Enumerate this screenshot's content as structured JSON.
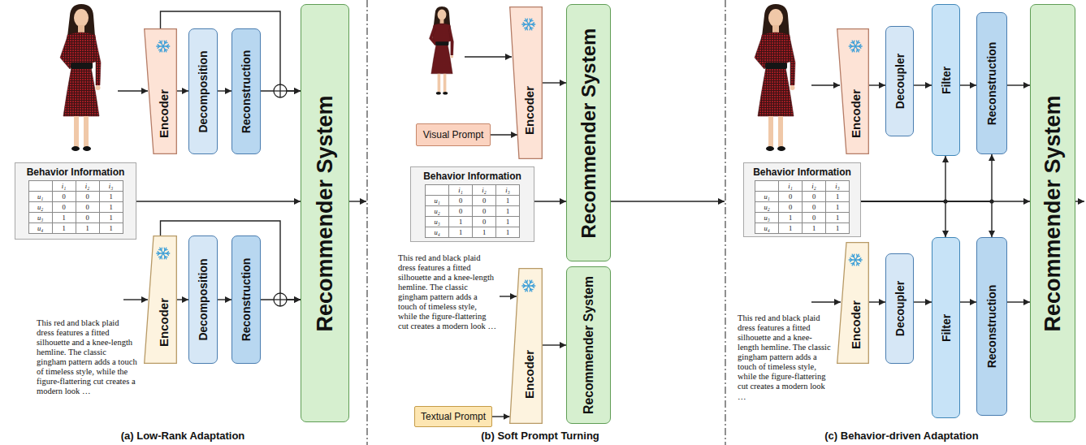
{
  "diagram": {
    "nodes": [
      {
        "text": [
          "Encoder"
        ]
      },
      {
        "text": [
          "Decomposition"
        ]
      },
      {
        "text": [
          "Reconstruction"
        ]
      },
      {
        "text": [
          "Behavior Information"
        ]
      },
      {
        "text": [
          "Encoder"
        ]
      },
      {
        "text": [
          "Decomposition"
        ]
      },
      {
        "text": [
          "Reconstruction"
        ]
      },
      {
        "text": [
          "Recommender System"
        ]
      },
      {
        "text": [
          "Visual Prompt"
        ]
      },
      {
        "text": [
          "Encoder"
        ]
      },
      {
        "text": [
          "Behavior Information"
        ]
      },
      {
        "text": [
          "Textual Prompt"
        ]
      },
      {
        "text": [
          "Encoder"
        ]
      },
      {
        "text": [
          "Recommender System"
        ]
      },
      {
        "text": [
          "Recommender System"
        ]
      },
      {
        "text": [
          "Encoder"
        ]
      },
      {
        "text": [
          "Decoupler"
        ]
      },
      {
        "text": [
          "Filter"
        ]
      },
      {
        "text": [
          "Reconstruction"
        ]
      },
      {
        "text": [
          "Behavior Information"
        ]
      },
      {
        "text": [
          "Encoder"
        ]
      },
      {
        "text": [
          "Decoupler"
        ]
      },
      {
        "text": [
          "Filter"
        ]
      },
      {
        "text": [
          "Reconstruction"
        ]
      },
      {
        "text": [
          "Recommender System"
        ]
      }
    ],
    "edges": [
      {
        "from": 0,
        "to": 1,
        "arrow": "to"
      },
      {
        "from": 1,
        "to": 2,
        "arrow": "to"
      },
      {
        "from": 2,
        "to": 7,
        "arrow": "to"
      },
      {
        "from": 0,
        "to": 7,
        "arrow": "to"
      },
      {
        "from": 3,
        "to": 7,
        "arrow": "to"
      },
      {
        "from": 4,
        "to": 5,
        "arrow": "to"
      },
      {
        "from": 5,
        "to": 6,
        "arrow": "to"
      },
      {
        "from": 6,
        "to": 7,
        "arrow": "to"
      },
      {
        "from": 4,
        "to": 7,
        "arrow": "to"
      },
      {
        "from": 8,
        "to": 9,
        "arrow": "to"
      },
      {
        "from": 9,
        "to": 13,
        "arrow": "to"
      },
      {
        "from": 10,
        "to": 13,
        "arrow": "to"
      },
      {
        "from": 11,
        "to": 12,
        "arrow": "to"
      },
      {
        "from": 12,
        "to": 14,
        "arrow": "to"
      },
      {
        "from": 15,
        "to": 16,
        "arrow": "to"
      },
      {
        "from": 16,
        "to": 17,
        "arrow": "to"
      },
      {
        "from": 17,
        "to": 18,
        "arrow": "to"
      },
      {
        "from": 18,
        "to": 24,
        "arrow": "to"
      },
      {
        "from": 19,
        "to": 17,
        "arrow": "to"
      },
      {
        "from": 19,
        "to": 22,
        "arrow": "to"
      },
      {
        "from": 19,
        "to": 18,
        "arrow": "to"
      },
      {
        "from": 19,
        "to": 23,
        "arrow": "to"
      },
      {
        "from": 19,
        "to": 24,
        "arrow": "to"
      },
      {
        "from": 20,
        "to": 21,
        "arrow": "to"
      },
      {
        "from": 21,
        "to": 22,
        "arrow": "to"
      },
      {
        "from": 22,
        "to": 23,
        "arrow": "to"
      },
      {
        "from": 23,
        "to": 24,
        "arrow": "to"
      }
    ],
    "labels": [
      "i₁",
      "i₂",
      "i₃",
      "u₁",
      "0",
      "0",
      "1",
      "u₂",
      "0",
      "0",
      "1",
      "u₃",
      "1",
      "0",
      "1",
      "u₄",
      "1",
      "1",
      "1",
      "i₁",
      "i₂",
      "i₃",
      "u₁",
      "0",
      "0",
      "1",
      "u₂",
      "0",
      "0",
      "1",
      "u₃",
      "1",
      "0",
      "1",
      "u₄",
      "1",
      "1",
      "1",
      "i₁",
      "i₂",
      "i₃",
      "u₁",
      "0",
      "0",
      "1",
      "u₂",
      "0",
      "0",
      "1",
      "u₃",
      "1",
      "0",
      "1",
      "u₄",
      "1",
      "1",
      "1",
      "This red and black plaid dress features a fitted silhouette and a knee-length hemline. The classic gingham pattern adds a touch of timeless style, while the figure-flattering cut creates a modern look …",
      "(a) Low-Rank Adaptation",
      "This red and black plaid dress features a fitted silhouette and a knee-length hemline. The classic gingham pattern adds a touch of timeless style, while the figure-flattering cut creates a modern look …",
      "(b) Soft Prompt Turning",
      "This red and black plaid dress features a fitted silhouette and a knee-length hemline. The classic gingham pattern adds a touch of timeless style, while the figure-flattering cut creates a modern look …",
      "(c) Behavior-driven Adaptation"
    ]
  }
}
